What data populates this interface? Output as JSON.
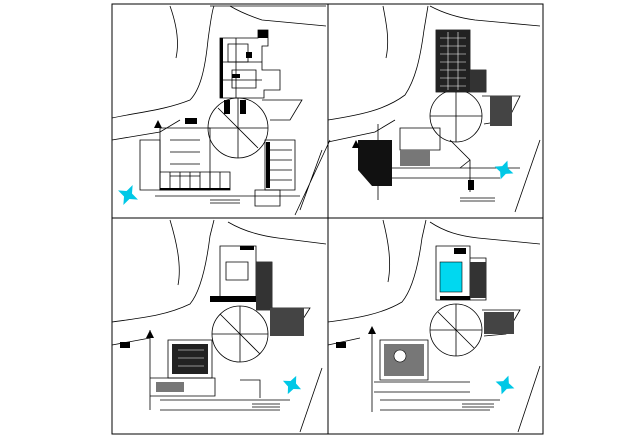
{
  "drawing": {
    "panels": [
      {
        "id": "ground-floor-plan",
        "caption": ""
      },
      {
        "id": "first-floor-plan",
        "caption": ""
      },
      {
        "id": "second-floor-plan",
        "caption": ""
      },
      {
        "id": "roof-plan",
        "caption": ""
      }
    ],
    "colors": {
      "line": "#000000",
      "paper": "#ffffff",
      "compass": "#00c8e6",
      "pool": "#00d8f0",
      "hatch": "#555555"
    },
    "icons": [
      "north-arrow-icon",
      "compass-rose-icon"
    ]
  }
}
